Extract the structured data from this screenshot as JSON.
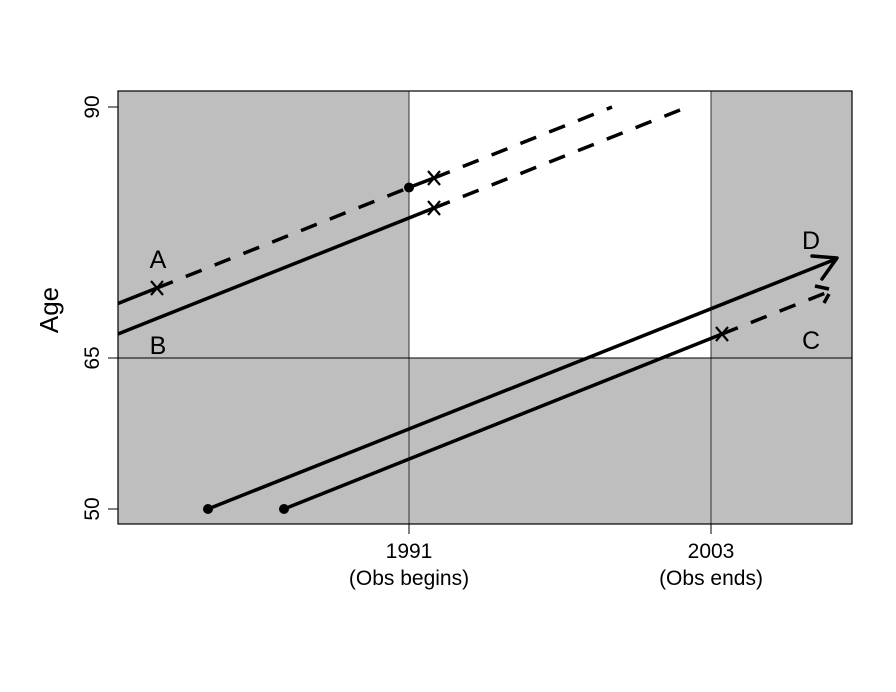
{
  "chart_data": {
    "type": "line",
    "title": "",
    "xlabel": "",
    "ylabel": "Age",
    "x_ticks": [
      {
        "value": 1991,
        "label": "1991",
        "sublabel": "(Obs begins)"
      },
      {
        "value": 2003,
        "label": "2003",
        "sublabel": "(Obs ends)"
      }
    ],
    "y_ticks": [
      {
        "value": 50,
        "label": "50"
      },
      {
        "value": 65,
        "label": "65"
      },
      {
        "value": 90,
        "label": "90"
      }
    ],
    "ylim": [
      48.5,
      91.5
    ],
    "xlim": [
      1979.5,
      2008.6
    ],
    "regions": {
      "observed_window": {
        "x": [
          1991,
          2003
        ],
        "y": [
          65,
          91.5
        ],
        "fill": "#ffffff"
      },
      "unobserved_fill": "#bebebe"
    },
    "reference_lines": {
      "vertical": [
        1991,
        2003
      ],
      "horizontal": [
        65
      ]
    },
    "series": [
      {
        "name": "A",
        "label_pos": [
          1981.5,
          74
        ],
        "segments": [
          {
            "style": "solid",
            "from": [
              1979.5,
              69.5
            ],
            "to": [
              1981.1,
              71.0
            ]
          },
          {
            "style": "dashed",
            "from": [
              1981.1,
              71.0
            ],
            "to": [
              1991.0,
              80.0
            ]
          },
          {
            "style": "solid",
            "from": [
              1991.0,
              80.0
            ],
            "to": [
              1992.0,
              80.9
            ]
          },
          {
            "style": "dashed",
            "from": [
              1992.0,
              80.9
            ],
            "to": [
              1999.0,
              88.0
            ]
          }
        ],
        "markers": [
          {
            "type": "x",
            "at": [
              1981.1,
              71.0
            ]
          },
          {
            "type": "dot",
            "at": [
              1991.0,
              80.0
            ]
          },
          {
            "type": "x",
            "at": [
              1992.0,
              80.9
            ]
          }
        ]
      },
      {
        "name": "B",
        "label_pos": [
          1981.5,
          66.5
        ],
        "segments": [
          {
            "style": "solid",
            "from": [
              1979.5,
              67.5
            ],
            "to": [
              1992.0,
              79.0
            ]
          },
          {
            "style": "dashed",
            "from": [
              1992.0,
              79.0
            ],
            "to": [
              2001.8,
              88.7
            ]
          }
        ],
        "markers": [
          {
            "type": "x",
            "at": [
              1992.0,
              79.0
            ]
          }
        ]
      },
      {
        "name": "C",
        "label_pos": [
          2007.3,
          66.5
        ],
        "segments": [
          {
            "style": "solid",
            "from": [
              1986.0,
              50.0
            ],
            "to": [
              2003.4,
              67.5
            ]
          },
          {
            "style": "dashed",
            "from": [
              2003.4,
              67.5
            ],
            "to": [
              2007.6,
              71.7
            ]
          }
        ],
        "markers": [
          {
            "type": "dot",
            "at": [
              1986.0,
              50.0
            ]
          },
          {
            "type": "x",
            "at": [
              2003.4,
              67.5
            ]
          },
          {
            "type": "arrow",
            "at": [
              2007.6,
              71.7
            ]
          }
        ]
      },
      {
        "name": "D",
        "label_pos": [
          2007.4,
          76
        ],
        "segments": [
          {
            "style": "solid",
            "from": [
              1983.0,
              50.0
            ],
            "to": [
              2008.0,
              75.0
            ]
          }
        ],
        "markers": [
          {
            "type": "dot",
            "at": [
              1983.0,
              50.0
            ]
          },
          {
            "type": "arrow",
            "at": [
              2008.0,
              75.0
            ]
          }
        ]
      }
    ],
    "grid": false,
    "legend": null
  },
  "axis": {
    "ylabel": "Age",
    "y_labels": [
      "90",
      "65",
      "50"
    ],
    "x_labels": [
      "1991",
      "2003"
    ],
    "x_sublabels": [
      "(Obs begins)",
      "(Obs ends)"
    ]
  },
  "series_labels": {
    "A": "A",
    "B": "B",
    "C": "C",
    "D": "D"
  },
  "colors": {
    "shade": "#bebebe",
    "window": "#ffffff",
    "line": "#000000"
  }
}
